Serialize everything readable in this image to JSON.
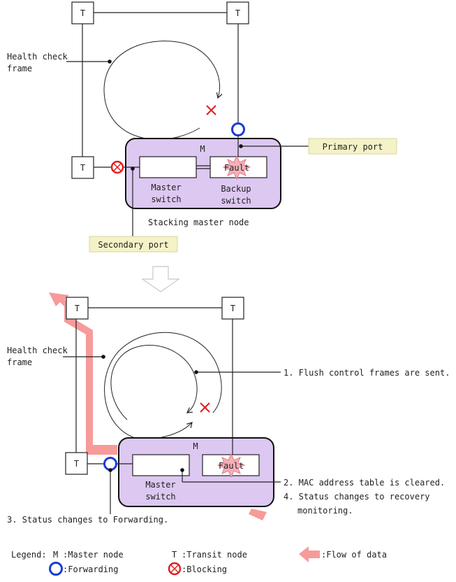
{
  "nodes": {
    "transit_symbol": "T",
    "master_symbol": "M"
  },
  "top": {
    "health_check_label": [
      "Health check",
      "frame"
    ],
    "primary_port_label": "Primary port",
    "secondary_port_label": "Secondary port",
    "master_switch_label": [
      "Master",
      "switch"
    ],
    "backup_switch_label": [
      "Backup",
      "switch"
    ],
    "fault_label": "Fault",
    "stacking_master_label": "Stacking master node"
  },
  "bottom": {
    "health_check_label": [
      "Health check",
      "frame"
    ],
    "fault_label": "Fault",
    "master_switch_label": [
      "Master",
      "switch"
    ],
    "step1": "1. Flush control frames are sent.",
    "step2": "2. MAC address table is cleared.",
    "step4_line1": "4. Status changes to recovery",
    "step4_line2": "monitoring.",
    "step3": "3. Status changes to Forwarding."
  },
  "legend": {
    "prefix": "Legend:",
    "master": "M",
    "master_text": ":Master node",
    "transit": "T",
    "transit_text": ":Transit node",
    "flow_text": ":Flow of data",
    "forwarding_text": ":Forwarding",
    "blocking_text": ":Blocking"
  },
  "colors": {
    "stack_fill": "#dcc8f0",
    "callout_fill": "#f4f2c6",
    "forwarding": "#1a3cd6",
    "blocking": "#e02020",
    "flow": "#f79a9a",
    "fault_burst": "#f6b0b8"
  }
}
